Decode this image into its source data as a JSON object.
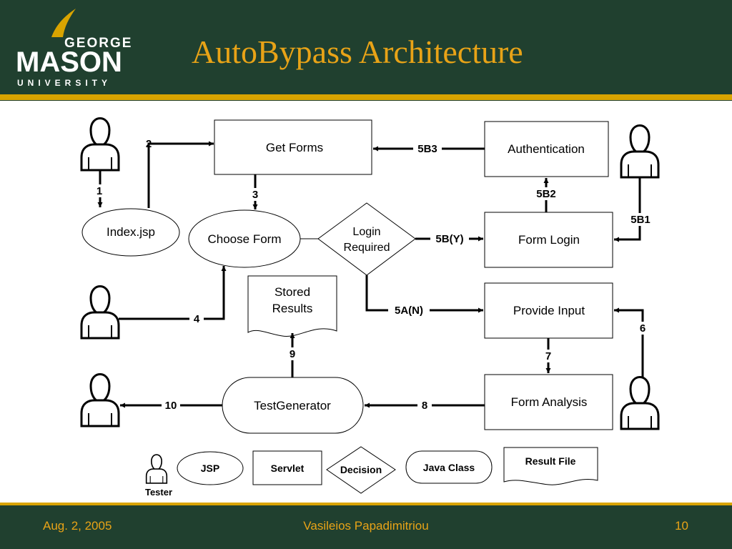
{
  "slide": {
    "title": "AutoBypass Architecture",
    "logo": {
      "line1": "GEORGE",
      "line2": "MASON",
      "line3": "UNIVERSITY"
    }
  },
  "diagram": {
    "nodes": {
      "get_forms": "Get Forms",
      "authentication": "Authentication",
      "index_jsp": "Index.jsp",
      "choose_form": "Choose Form",
      "login_required_1": "Login",
      "login_required_2": "Required",
      "form_login": "Form Login",
      "stored_results_1": "Stored",
      "stored_results_2": "Results",
      "provide_input": "Provide Input",
      "test_generator": "TestGenerator",
      "form_analysis": "Form Analysis"
    },
    "edges": {
      "e1": "1",
      "e2": "2",
      "e3": "3",
      "e4": "4",
      "e5b3": "5B3",
      "e5b2": "5B2",
      "e5b1": "5B1",
      "e5by": "5B(Y)",
      "e5an": "5A(N)",
      "e6": "6",
      "e7": "7",
      "e8": "8",
      "e9": "9",
      "e10": "10"
    },
    "legend": {
      "tester": "Tester",
      "jsp": "JSP",
      "servlet": "Servlet",
      "decision": "Decision",
      "java_class": "Java Class",
      "result_file": "Result File"
    }
  },
  "footer": {
    "date": "Aug. 2, 2005",
    "author": "Vasileios Papadimitriou",
    "page": "10"
  },
  "colors": {
    "header_green": "#20402f",
    "gold_accent": "#d9a400",
    "title_gold": "#e8a317"
  }
}
